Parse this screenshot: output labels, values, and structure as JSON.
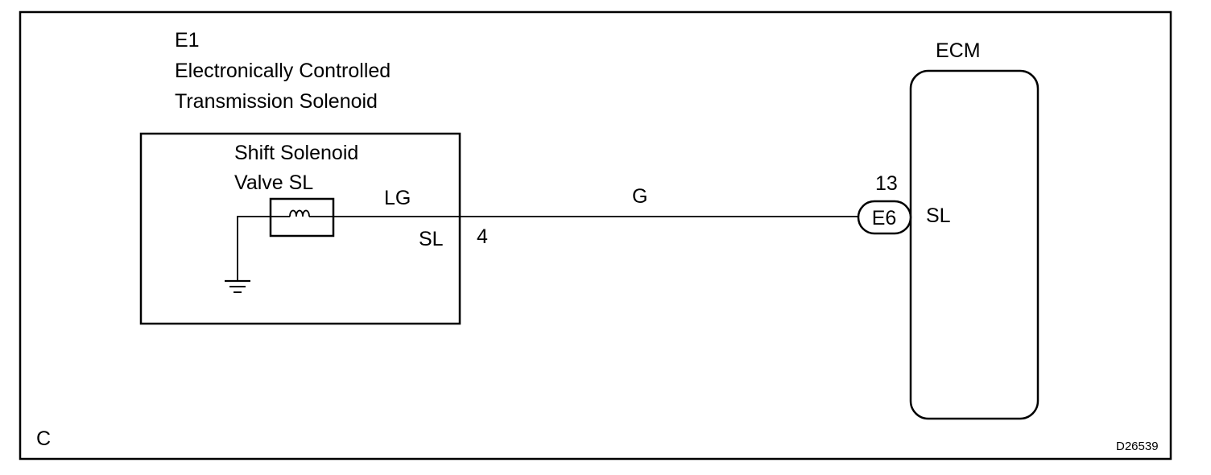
{
  "component": {
    "code": "E1",
    "name_line1": "Electronically Controlled",
    "name_line2": "Transmission Solenoid"
  },
  "solenoid": {
    "label_line1": "Shift Solenoid",
    "label_line2": "Valve SL",
    "terminal_name": "SL",
    "terminal_number": "4",
    "lead_wire_color": "LG"
  },
  "harness": {
    "wire_color": "G"
  },
  "ecm": {
    "title": "ECM",
    "connector": "E6",
    "pin_number": "13",
    "terminal_name": "SL"
  },
  "corner_letter": "C",
  "figure_id": "D26539"
}
